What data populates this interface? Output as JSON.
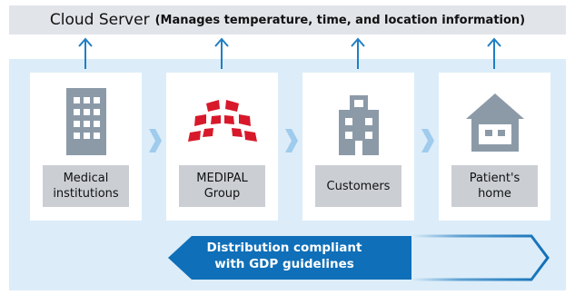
{
  "cloud": {
    "title": "Cloud Server",
    "subtitle": "(Manages temperature, time, and location information)"
  },
  "stages": [
    {
      "label": "Medical\ninstitutions",
      "icon": "office-building-icon"
    },
    {
      "label": "MEDIPAL\nGroup",
      "icon": "medipal-logo-icon"
    },
    {
      "label": "Customers",
      "icon": "pharmacy-building-icon"
    },
    {
      "label": "Patient's\nhome",
      "icon": "house-icon"
    }
  ],
  "compliance": {
    "label": "Distribution compliant\nwith GDP guidelines"
  },
  "colors": {
    "arrow_blue": "#1f7fc4",
    "banner_blue": "#0f6fb8",
    "panel_bg": "#dcedf9",
    "cloud_bg": "#e1e4e8",
    "icon_gray": "#8c9aa8",
    "logo_red": "#d7192b"
  }
}
